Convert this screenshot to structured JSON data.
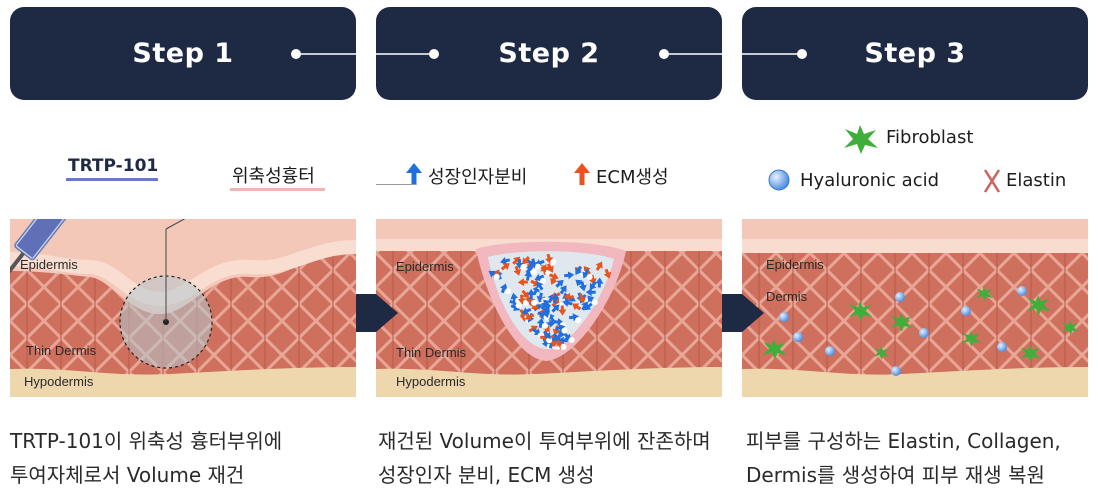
{
  "steps": [
    "Step 1",
    "Step 2",
    "Step 3"
  ],
  "panel1": {
    "drug_label": "TRTP-101",
    "scar_label": "위축성흉터",
    "layers": [
      "Epidermis",
      "Thin Dermis",
      "Hypodermis"
    ]
  },
  "panel2": {
    "legend_growth": "성장인자분비",
    "legend_ecm": "ECM생성",
    "layers": [
      "Epidermis",
      "Thin Dermis",
      "Hypodermis"
    ]
  },
  "panel3": {
    "legend_fibroblast": "Fibroblast",
    "legend_ha": "Hyaluronic acid",
    "legend_elastin": "Elastin",
    "layers": [
      "Epidermis",
      "Dermis"
    ]
  },
  "captions": {
    "c1": [
      "TRTP-101이 위축성 흉터부위에",
      "투여자체로서 Volume 재건"
    ],
    "c2": [
      "재건된 Volume이 투여부위에 잔존하며",
      "성장인자 분비, ECM 생성"
    ],
    "c3": [
      "피부를 구성하는 Elastin, Collagen,",
      "Dermis를 생성하여 피부 재생 복원"
    ]
  },
  "colors": {
    "step_bg": "#1e2a44",
    "growth_arrow": "#1f6fe0",
    "ecm_arrow": "#e8541e",
    "fibroblast": "#3fae3a",
    "ha": "#6aa0e8",
    "elastin": "#d0605a"
  }
}
